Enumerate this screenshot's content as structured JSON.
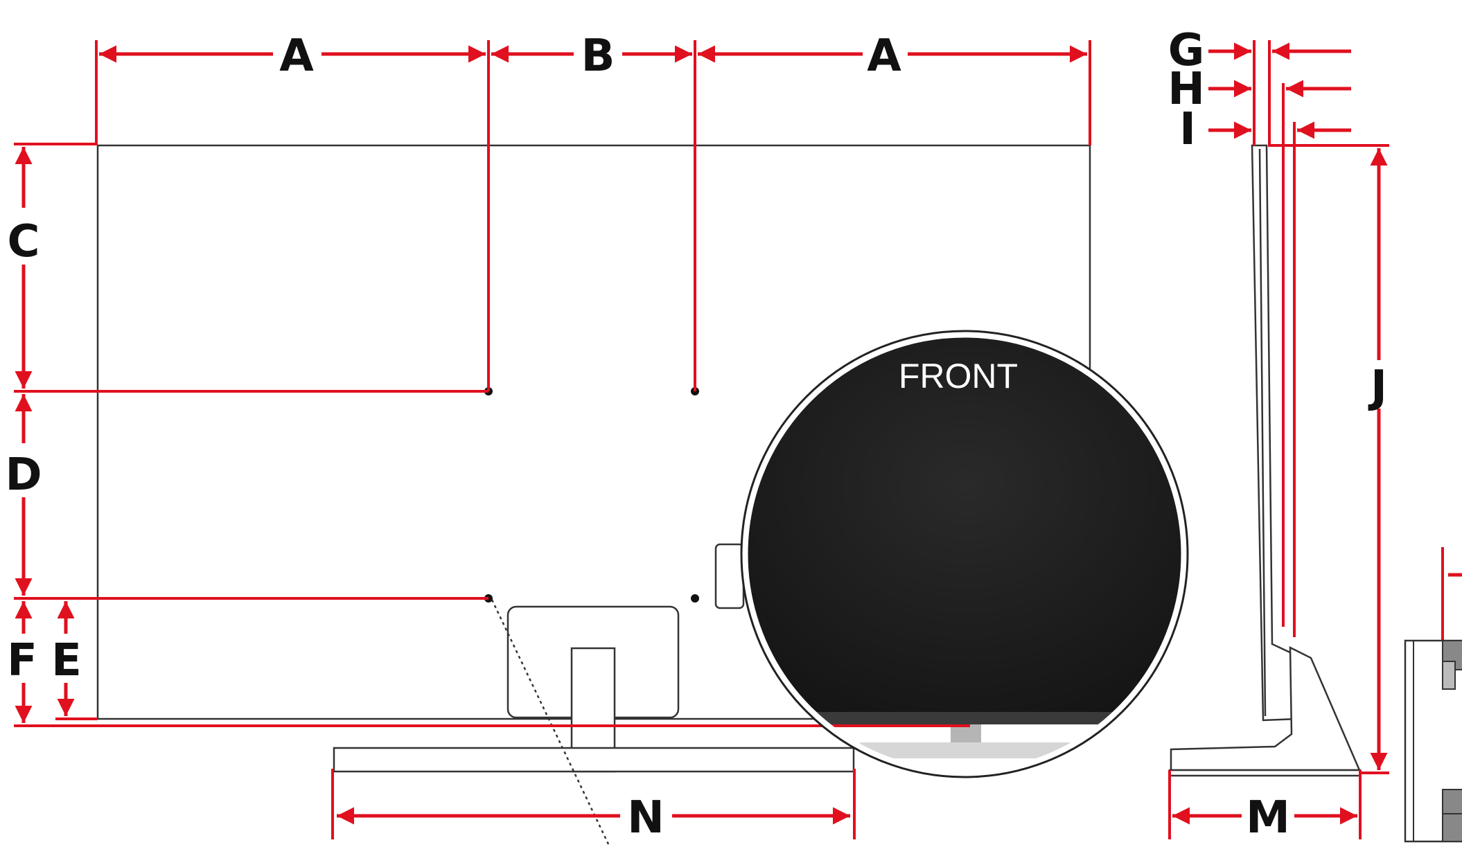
{
  "labels": {
    "a_left": "A",
    "b": "B",
    "a_right": "A",
    "c": "C",
    "d": "D",
    "f": "F",
    "e": "E",
    "g": "G",
    "h": "H",
    "i": "I",
    "j": "J",
    "m": "M",
    "n": "N"
  },
  "inset": {
    "caption": "FRONT"
  },
  "colors": {
    "dimension": "#e0101f",
    "outline": "#333333",
    "inset_screen": "#1c1c1c"
  }
}
